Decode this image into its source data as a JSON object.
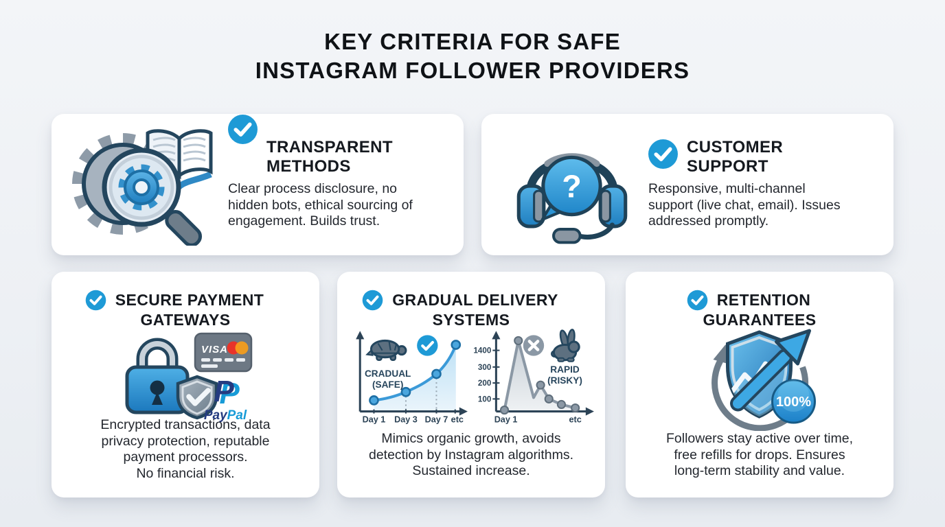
{
  "page_title": {
    "line1_regular": "KEY CRITERIA FOR",
    "line1_bold": "SAFE",
    "line2": "INSTAGRAM FOLLOWER PROVIDERS"
  },
  "cards": [
    {
      "id": "transparent-methods",
      "title_lines": [
        "TRANSPARENT",
        "METHODS"
      ],
      "body_lines": [
        "Clear process disclosure, no",
        "hidden bots, ethical sourcing of",
        "engagement. Builds trust."
      ],
      "icon": "gear-magnifier-book-icon"
    },
    {
      "id": "customer-support",
      "title_lines": [
        "CUSTOMER",
        "SUPPORT"
      ],
      "body_lines": [
        "Responsive, multi-channel",
        "support (live chat, email). Issues",
        "addressed promptly."
      ],
      "icon": "headset-question-icon",
      "question_glyph": "?"
    },
    {
      "id": "secure-payment-gateways",
      "title_lines": [
        "SECURE PAYMENT",
        "GATEWAYS"
      ],
      "body_lines": [
        "Encrypted transactions, data",
        "privacy protection, reputable",
        "payment processors.",
        "No financial risk."
      ],
      "icon": "payment-security-icons",
      "visa_label": "VISA",
      "paypal_monogram": "P",
      "paypal_label_1": "Pay",
      "paypal_label_2": "Pal"
    },
    {
      "id": "gradual-delivery-systems",
      "title_lines": [
        "GRADUAL DELIVERY",
        "SYSTEMS"
      ],
      "body_lines": [
        "Mimics organic growth, avoids",
        "detection by Instagram algorithms.",
        "Sustained increase."
      ],
      "icon": "growth-comparison-charts"
    },
    {
      "id": "retention-guarantees",
      "title_lines": [
        "RETENTION",
        "GUARANTEES"
      ],
      "body_lines": [
        "Followers stay active over time,",
        "free refills for drops. Ensures",
        "long-term stability and value."
      ],
      "icon": "shield-growth-icon",
      "badge_label": "100%"
    }
  ],
  "chart_data": [
    {
      "type": "line",
      "name": "gradual-safe",
      "annotation_line1": "CRADUAL",
      "annotation_line2": "(SAFE)",
      "marker_icons": [
        "turtle-icon",
        "check-icon"
      ],
      "x_labels": [
        "Day 1",
        "Day 3",
        "Day 7",
        "etc"
      ],
      "values_relative": [
        8,
        18,
        42,
        88
      ],
      "line_color": "#3b9ad8",
      "area_fill": true,
      "legend_position": "top-left"
    },
    {
      "type": "line",
      "name": "rapid-risky",
      "annotation_line1": "RAPID",
      "annotation_line2": "(RISKY)",
      "marker_icons": [
        "rabbit-icon",
        "cross-icon"
      ],
      "y_ticks": [
        "1400",
        "300",
        "200",
        "100"
      ],
      "x_labels": [
        "Day 1",
        "etc"
      ],
      "values_relative": [
        0,
        1450,
        60,
        140,
        55,
        25,
        5
      ],
      "line_color": "#8b98a5",
      "area_fill": true,
      "legend_position": "top-right"
    }
  ],
  "colors": {
    "background": "#eef1f5",
    "card": "#ffffff",
    "accent_blue": "#1e9ad6",
    "outline_navy": "#24465e",
    "risky_gray": "#8b98a5",
    "text_dark": "#15191f",
    "paypal_dark": "#253b80",
    "paypal_light": "#179bd7",
    "mastercard_red": "#e8332a",
    "mastercard_orange": "#f79e1b"
  }
}
